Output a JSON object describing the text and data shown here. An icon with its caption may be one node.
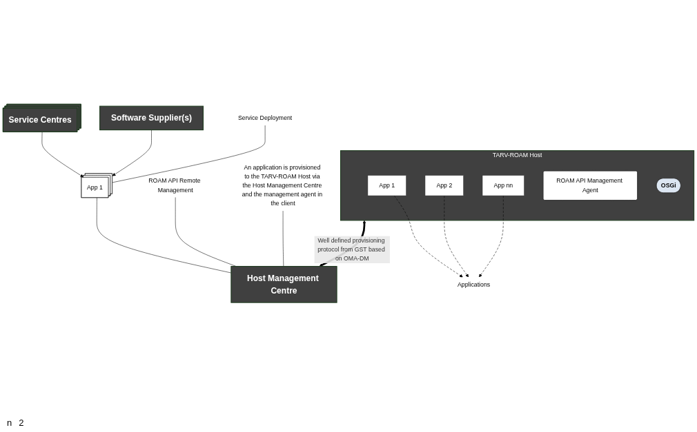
{
  "diagram": {
    "nodes": [
      {
        "text": [
          "Service Centres"
        ]
      },
      {
        "text": [
          "Software Supplier(s)"
        ]
      },
      {
        "text": [
          "App 1"
        ]
      },
      {
        "text": [
          "Host Management Centre"
        ]
      },
      {
        "text": [
          "TARV-ROAM Host"
        ]
      },
      {
        "text": [
          "App 1"
        ],
        "in": 4
      },
      {
        "text": [
          "App 2"
        ],
        "in": 4
      },
      {
        "text": [
          "App nn"
        ],
        "in": 4
      },
      {
        "text": [
          "ROAM API Management Agent"
        ],
        "in": 4
      },
      {
        "text": [
          "OSGi"
        ],
        "in": 4
      },
      {
        "text": [
          "Applications"
        ]
      },
      {
        "text": [
          "Service Deployment"
        ]
      },
      {
        "text": [
          "ROAM API Remote Management"
        ]
      },
      {
        "text": [
          "An application is provisioned to the TARV-ROAM Host via the Host Management Centre and the management agent in the client"
        ]
      }
    ],
    "edges": [
      {
        "from": 0,
        "to": 2,
        "arrow": "to"
      },
      {
        "from": 1,
        "to": 2,
        "arrow": "to"
      },
      {
        "from": 2,
        "to": 3,
        "arrow": "none"
      },
      {
        "from": 4,
        "to": 3,
        "arrow": "both",
        "style": "thick",
        "label": "Well defined provisioning protocol from GST based on OMA-DM"
      },
      {
        "from": 5,
        "to": 10,
        "arrow": "to",
        "style": "dashed"
      },
      {
        "from": 6,
        "to": 10,
        "arrow": "to",
        "style": "dashed"
      },
      {
        "from": 7,
        "to": 10,
        "arrow": "to",
        "style": "dashed"
      },
      {
        "from": 11,
        "to": 2,
        "arrow": "none"
      },
      {
        "from": 12,
        "to": 3,
        "arrow": "none"
      },
      {
        "from": 13,
        "to": 3,
        "arrow": "none"
      }
    ],
    "labels": [
      "n",
      "2"
    ]
  }
}
